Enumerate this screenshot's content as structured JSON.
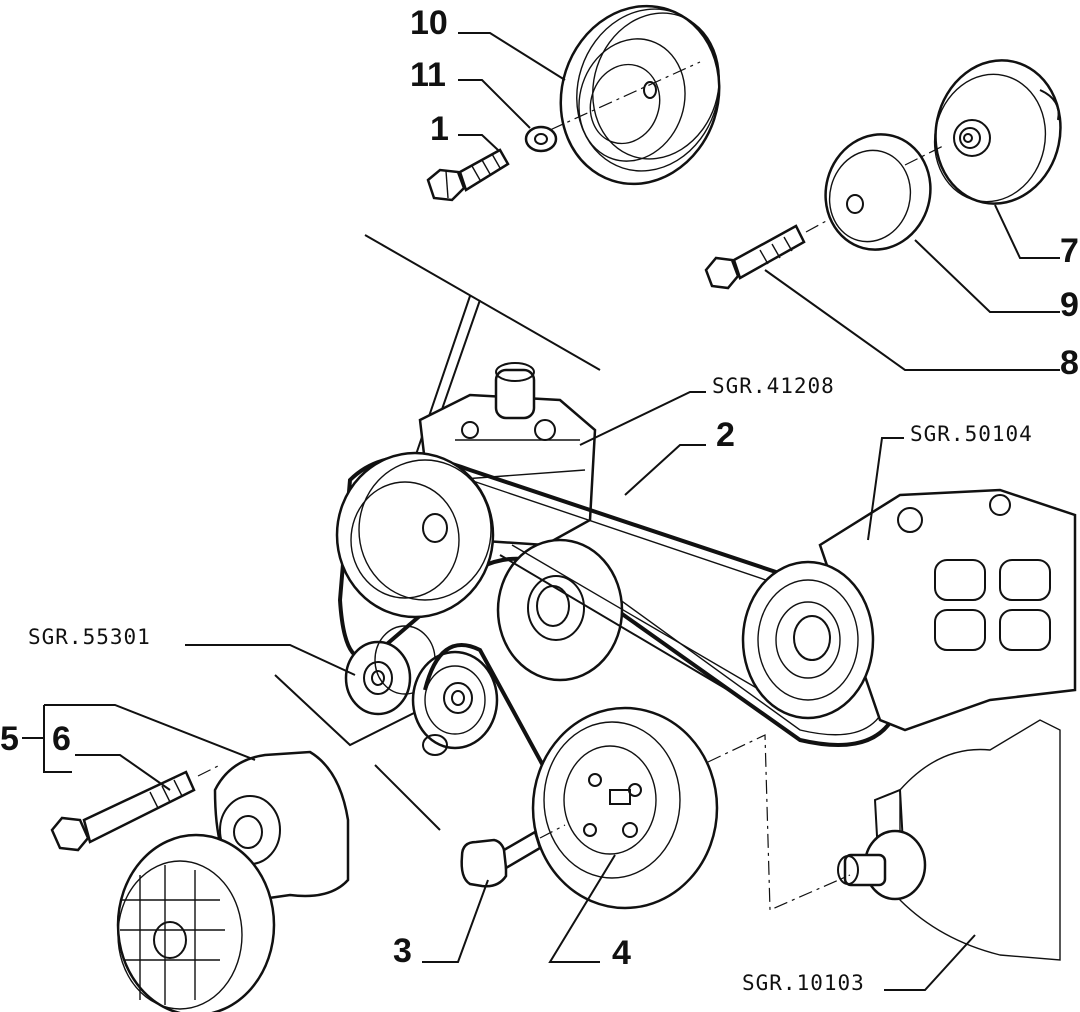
{
  "callouts": {
    "c10": "10",
    "c11": "11",
    "c1": "1",
    "c7": "7",
    "c9": "9",
    "c8": "8",
    "c2": "2",
    "c5": "5",
    "c6": "6",
    "c3": "3",
    "c4": "4"
  },
  "references": {
    "r41208": "SGR.41208",
    "r50104": "SGR.50104",
    "r55301": "SGR.55301",
    "r10103": "SGR.10103"
  }
}
